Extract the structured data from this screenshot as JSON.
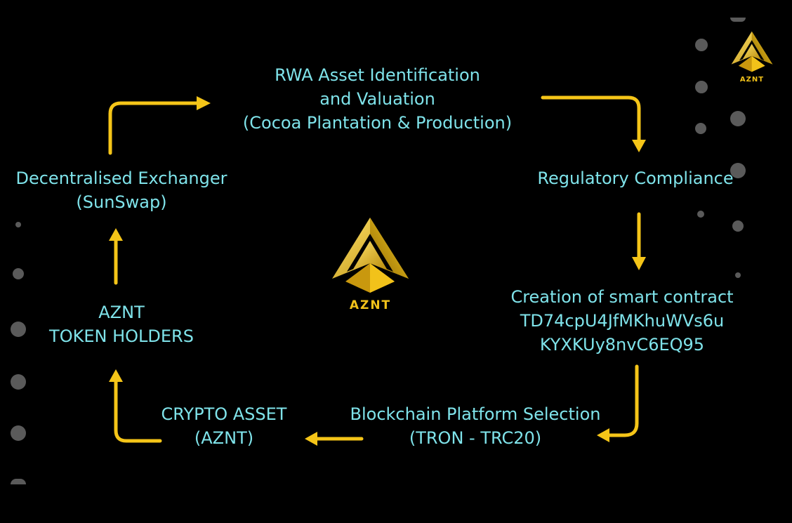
{
  "nodes": {
    "rwa": [
      "RWA Asset Identification",
      "and Valuation",
      "(Cocoa Plantation & Production)"
    ],
    "regulatory": [
      "Regulatory Compliance"
    ],
    "contract": [
      "Creation of smart contract",
      "TD74cpU4JfMKhuWVs6u",
      "KYXKUy8nvC6EQ95"
    ],
    "blockchain": [
      "Blockchain Platform Selection",
      "(TRON - TRC20)"
    ],
    "crypto": [
      "CRYPTO ASSET",
      "(AZNT)"
    ],
    "holders": [
      "AZNT",
      "TOKEN HOLDERS"
    ],
    "dex": [
      "Decentralised Exchanger",
      "(SunSwap)"
    ]
  },
  "logo": {
    "text": "AZNT"
  },
  "colors": {
    "text": "#7fe3ea",
    "arrow": "#f5c518",
    "background": "#000000",
    "logo": "#f2c21a"
  }
}
